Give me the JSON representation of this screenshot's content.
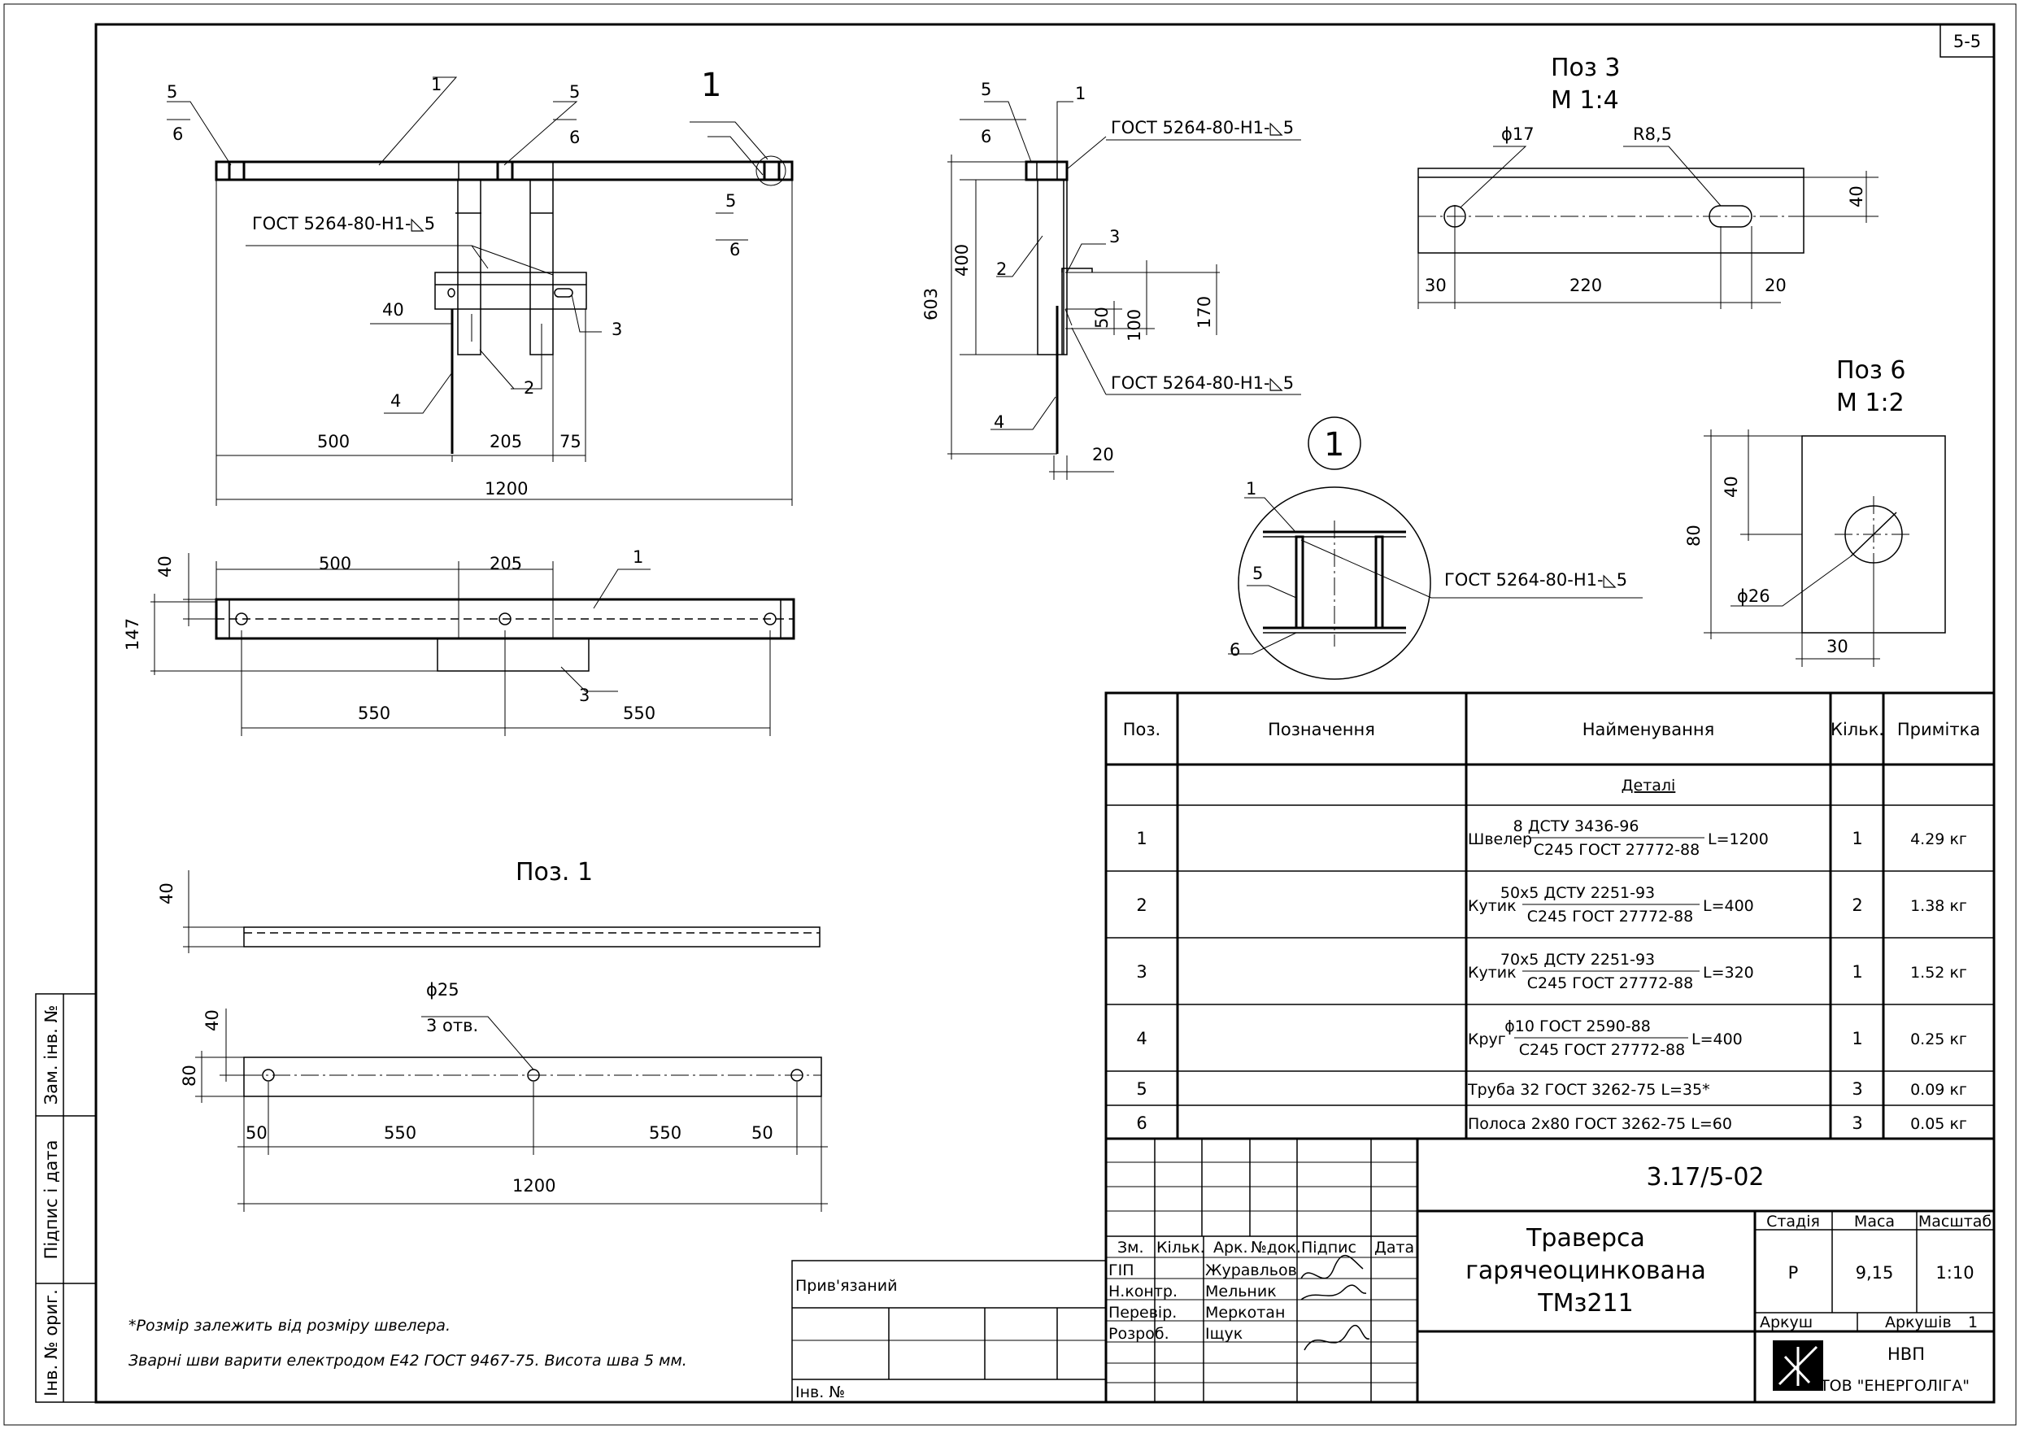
{
  "sheet": {
    "code": "5-5"
  },
  "views": {
    "main_callout": "1",
    "leaders": [
      "5",
      "6",
      "1",
      "5",
      "6",
      "5",
      "6",
      "3",
      "4",
      "2"
    ],
    "weld_note": "ГОСТ 5264-80-Н1-◺5",
    "dims": {
      "d40": "40",
      "d500": "500",
      "d205": "205",
      "d75": "75",
      "d1200": "1200",
      "d147": "147",
      "d550": "550"
    }
  },
  "section": {
    "leaders": [
      "5",
      "6",
      "1",
      "2",
      "3",
      "4"
    ],
    "weld_top": "ГОСТ 5264-80-Н1-◺5",
    "weld_bottom": "ГОСТ 5264-80-Н1-◺5",
    "dims": {
      "d603": "603",
      "d400": "400",
      "d50": "50",
      "d100": "100",
      "d170": "170",
      "d20": "20"
    }
  },
  "pos3": {
    "title": "Поз 3",
    "scale": "М 1:4",
    "hole": "ϕ17",
    "slot": "R8,5",
    "dims": {
      "d40": "40",
      "d30": "30",
      "d220": "220",
      "d20": "20"
    }
  },
  "pos6": {
    "title": "Поз 6",
    "scale": "М 1:2",
    "hole": "ϕ26",
    "dims": {
      "d40": "40",
      "d80": "80",
      "d30": "30"
    }
  },
  "detail1": {
    "label": "1",
    "leaders": [
      "1",
      "5",
      "6"
    ],
    "weld": "ГОСТ 5264-80-Н1-◺5"
  },
  "pos1": {
    "title": "Поз. 1",
    "hole": "ϕ25",
    "holes_count": "3 отв.",
    "dims": {
      "d40a": "40",
      "d40b": "40",
      "d80": "80",
      "d50a": "50",
      "d550a": "550",
      "d550b": "550",
      "d50b": "50",
      "d1200": "1200"
    }
  },
  "notes": {
    "line1": "*Розмір залежить від розміру швелера.",
    "line2": "Зварні шви варити електродом Е42 ГОСТ 9467-75. Висота шва 5 мм."
  },
  "spec": {
    "headers": {
      "pos": "Поз.",
      "designation": "Позначення",
      "name": "Найменування",
      "qty": "Кільк.",
      "note": "Примітка"
    },
    "section_title": "Деталі",
    "rows": [
      {
        "pos": "1",
        "prefix": "Швелер",
        "num": "8 ДСТУ 3436-96",
        "den": "С245 ГОСТ 27772-88",
        "suffix": "L=1200",
        "qty": "1",
        "mass": "4.29 кг"
      },
      {
        "pos": "2",
        "prefix": "Кутик",
        "num": "50х5 ДСТУ 2251-93",
        "den": "С245 ГОСТ 27772-88",
        "suffix": "L=400",
        "qty": "2",
        "mass": "1.38 кг"
      },
      {
        "pos": "3",
        "prefix": "Кутик",
        "num": "70х5 ДСТУ 2251-93",
        "den": "С245 ГОСТ 27772-88",
        "suffix": "L=320",
        "qty": "1",
        "mass": "1.52 кг"
      },
      {
        "pos": "4",
        "prefix": "Круг",
        "num": "ϕ10 ГОСТ 2590-88",
        "den": "С245 ГОСТ 27772-88",
        "suffix": "L=400",
        "qty": "1",
        "mass": "0.25 кг"
      }
    ],
    "rows_simple": [
      {
        "pos": "5",
        "name": "Труба 32 ГОСТ 3262-75 L=35*",
        "qty": "3",
        "mass": "0.09 кг"
      },
      {
        "pos": "6",
        "name": "Полоса 2х80 ГОСТ 3262-75 L=60",
        "qty": "3",
        "mass": "0.05 кг"
      }
    ]
  },
  "title_block": {
    "doc_code": "3.17/5-02",
    "title_lines": [
      "Траверса",
      "гарячеоцинкована",
      "ТМз211"
    ],
    "col_labels": {
      "zm": "Зм.",
      "kilk": "Кільк.",
      "ark": "Арк.",
      "ndok": "№док.",
      "pidpys": "Підпис",
      "data": "Дата"
    },
    "roles": [
      {
        "role": "ГІП",
        "name": "Журавльов"
      },
      {
        "role": "Н.контр.",
        "name": "Мельник"
      },
      {
        "role": "Перевір.",
        "name": "Меркотан"
      },
      {
        "role": "Розроб.",
        "name": "Іщук"
      }
    ],
    "stage_label": "Стадія",
    "stage": "Р",
    "mass_label": "Маса",
    "mass": "9,15",
    "scale_label": "Масштаб",
    "scale": "1:10",
    "sheet_label": "Аркуш",
    "sheets_label": "Аркушів",
    "sheets": "1",
    "org_line1": "НВП",
    "org_line2": "ТОВ \"ЕНЕРГОЛІГА\""
  },
  "side_stamp": {
    "zam": "Зам. інв. №",
    "pidpys": "Підпис і дата",
    "inv": "Інв. № ориг."
  },
  "binding": {
    "label": "Прив'язаний",
    "inv": "Інв. №"
  }
}
